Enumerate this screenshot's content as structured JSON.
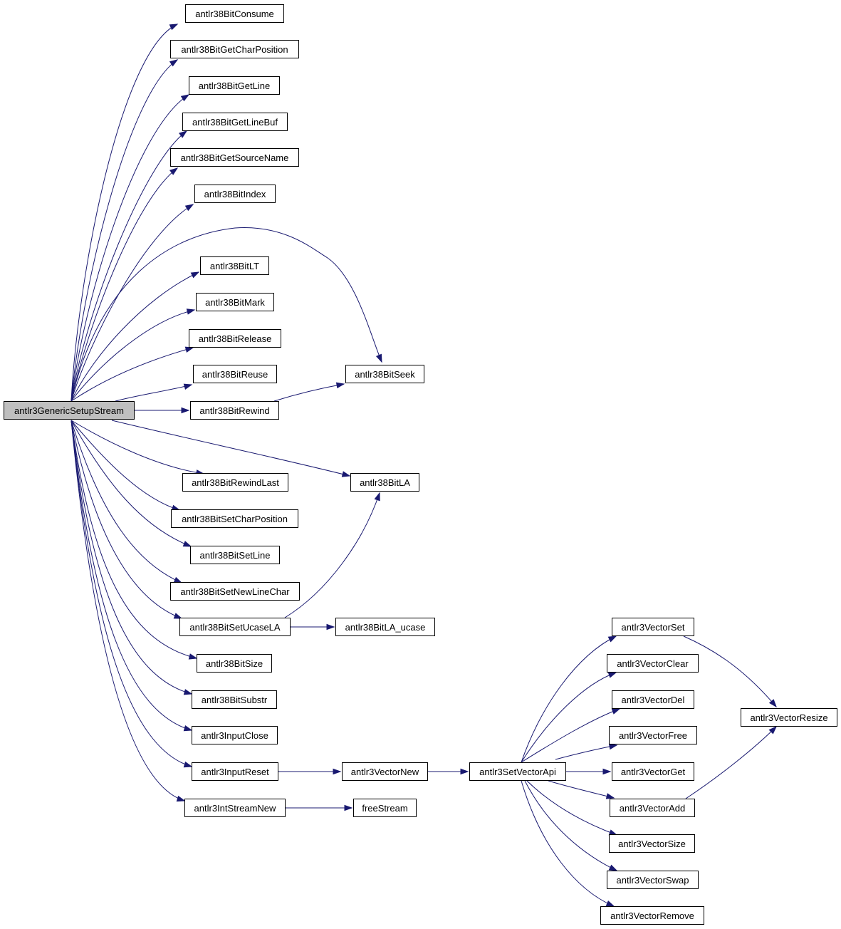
{
  "diagram": {
    "nodes": [
      {
        "id": "generic_setup",
        "label": "antlr3GenericSetupStream",
        "root": true
      },
      {
        "id": "consume",
        "label": "antlr38BitConsume"
      },
      {
        "id": "getcharpos",
        "label": "antlr38BitGetCharPosition"
      },
      {
        "id": "getline",
        "label": "antlr38BitGetLine"
      },
      {
        "id": "getlinebuf",
        "label": "antlr38BitGetLineBuf"
      },
      {
        "id": "getsourcename",
        "label": "antlr38BitGetSourceName"
      },
      {
        "id": "index",
        "label": "antlr38BitIndex"
      },
      {
        "id": "lt",
        "label": "antlr38BitLT"
      },
      {
        "id": "mark",
        "label": "antlr38BitMark"
      },
      {
        "id": "release",
        "label": "antlr38BitRelease"
      },
      {
        "id": "reuse",
        "label": "antlr38BitReuse"
      },
      {
        "id": "seek",
        "label": "antlr38BitSeek"
      },
      {
        "id": "rewind",
        "label": "antlr38BitRewind"
      },
      {
        "id": "rewindlast",
        "label": "antlr38BitRewindLast"
      },
      {
        "id": "la",
        "label": "antlr38BitLA"
      },
      {
        "id": "setcharpos",
        "label": "antlr38BitSetCharPosition"
      },
      {
        "id": "setline",
        "label": "antlr38BitSetLine"
      },
      {
        "id": "setnewlinechar",
        "label": "antlr38BitSetNewLineChar"
      },
      {
        "id": "setucasela",
        "label": "antlr38BitSetUcaseLA"
      },
      {
        "id": "la_ucase",
        "label": "antlr38BitLA_ucase"
      },
      {
        "id": "size",
        "label": "antlr38BitSize"
      },
      {
        "id": "substr",
        "label": "antlr38BitSubstr"
      },
      {
        "id": "inputclose",
        "label": "antlr3InputClose"
      },
      {
        "id": "inputreset",
        "label": "antlr3InputReset"
      },
      {
        "id": "intstreamnew",
        "label": "antlr3IntStreamNew"
      },
      {
        "id": "vectornew",
        "label": "antlr3VectorNew"
      },
      {
        "id": "freestream",
        "label": "freeStream"
      },
      {
        "id": "setvectorapi",
        "label": "antlr3SetVectorApi"
      },
      {
        "id": "vectorset",
        "label": "antlr3VectorSet"
      },
      {
        "id": "vectorclear",
        "label": "antlr3VectorClear"
      },
      {
        "id": "vectordel",
        "label": "antlr3VectorDel"
      },
      {
        "id": "vectorfree",
        "label": "antlr3VectorFree"
      },
      {
        "id": "vectorget",
        "label": "antlr3VectorGet"
      },
      {
        "id": "vectoradd",
        "label": "antlr3VectorAdd"
      },
      {
        "id": "vectorsize",
        "label": "antlr3VectorSize"
      },
      {
        "id": "vectorswap",
        "label": "antlr3VectorSwap"
      },
      {
        "id": "vectorremove",
        "label": "antlr3VectorRemove"
      },
      {
        "id": "vectorresize",
        "label": "antlr3VectorResize"
      }
    ],
    "edges": [
      {
        "from": "generic_setup",
        "to": "consume"
      },
      {
        "from": "generic_setup",
        "to": "getcharpos"
      },
      {
        "from": "generic_setup",
        "to": "getline"
      },
      {
        "from": "generic_setup",
        "to": "getlinebuf"
      },
      {
        "from": "generic_setup",
        "to": "getsourcename"
      },
      {
        "from": "generic_setup",
        "to": "index"
      },
      {
        "from": "generic_setup",
        "to": "seek"
      },
      {
        "from": "generic_setup",
        "to": "lt"
      },
      {
        "from": "generic_setup",
        "to": "mark"
      },
      {
        "from": "generic_setup",
        "to": "release"
      },
      {
        "from": "generic_setup",
        "to": "reuse"
      },
      {
        "from": "generic_setup",
        "to": "rewind"
      },
      {
        "from": "rewind",
        "to": "seek"
      },
      {
        "from": "generic_setup",
        "to": "la"
      },
      {
        "from": "generic_setup",
        "to": "rewindlast"
      },
      {
        "from": "generic_setup",
        "to": "setcharpos"
      },
      {
        "from": "generic_setup",
        "to": "setline"
      },
      {
        "from": "generic_setup",
        "to": "setnewlinechar"
      },
      {
        "from": "generic_setup",
        "to": "setucasela"
      },
      {
        "from": "setucasela",
        "to": "la"
      },
      {
        "from": "setucasela",
        "to": "la_ucase"
      },
      {
        "from": "generic_setup",
        "to": "size"
      },
      {
        "from": "generic_setup",
        "to": "substr"
      },
      {
        "from": "generic_setup",
        "to": "inputclose"
      },
      {
        "from": "generic_setup",
        "to": "inputreset"
      },
      {
        "from": "inputreset",
        "to": "vectornew"
      },
      {
        "from": "vectornew",
        "to": "setvectorapi"
      },
      {
        "from": "generic_setup",
        "to": "intstreamnew"
      },
      {
        "from": "intstreamnew",
        "to": "freestream"
      },
      {
        "from": "setvectorapi",
        "to": "vectorset"
      },
      {
        "from": "setvectorapi",
        "to": "vectorclear"
      },
      {
        "from": "setvectorapi",
        "to": "vectordel"
      },
      {
        "from": "setvectorapi",
        "to": "vectorfree"
      },
      {
        "from": "setvectorapi",
        "to": "vectorget"
      },
      {
        "from": "setvectorapi",
        "to": "vectoradd"
      },
      {
        "from": "setvectorapi",
        "to": "vectorsize"
      },
      {
        "from": "setvectorapi",
        "to": "vectorswap"
      },
      {
        "from": "setvectorapi",
        "to": "vectorremove"
      },
      {
        "from": "vectorset",
        "to": "vectorresize"
      },
      {
        "from": "vectoradd",
        "to": "vectorresize"
      }
    ],
    "colors": {
      "edge": "#191970",
      "root_fill": "#bfbfbf",
      "node_fill": "#ffffff",
      "node_border": "#000000"
    }
  }
}
